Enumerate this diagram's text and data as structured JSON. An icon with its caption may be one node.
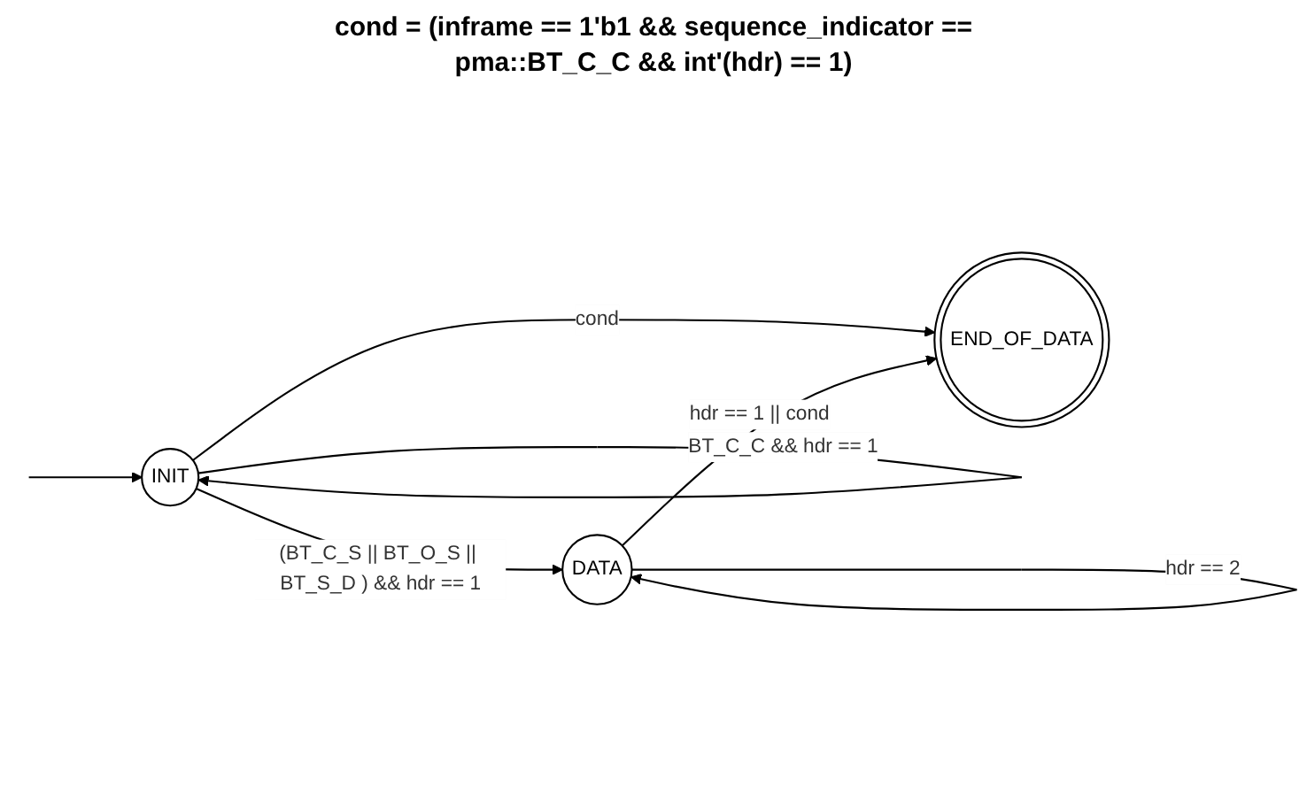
{
  "diagram": {
    "nodes": [
      {
        "text": [
          "INIT"
        ]
      },
      {
        "text": [
          "DATA"
        ]
      },
      {
        "text": [
          "END_OF_DATA"
        ]
      }
    ],
    "edges": [
      {
        "from": null,
        "to": 0,
        "arrow": "to"
      },
      {
        "from": 0,
        "to": 0,
        "arrow": "to",
        "label": "BT_C_C && hdr == 1"
      },
      {
        "from": 0,
        "to": 1,
        "arrow": "to",
        "label": "(BT_C_S || BT_O_S || BT_S_D ) && hdr == 1"
      },
      {
        "from": 0,
        "to": 2,
        "arrow": "to",
        "label": "cond"
      },
      {
        "from": 1,
        "to": 1,
        "arrow": "to",
        "label": "hdr == 2"
      },
      {
        "from": 1,
        "to": 2,
        "arrow": "to",
        "label": "hdr == 1 || cond"
      }
    ],
    "labels": [
      "cond = (inframe == 1'b1 && sequence_indicator == pma::BT_C_C && int'(hdr) == 1)"
    ]
  }
}
